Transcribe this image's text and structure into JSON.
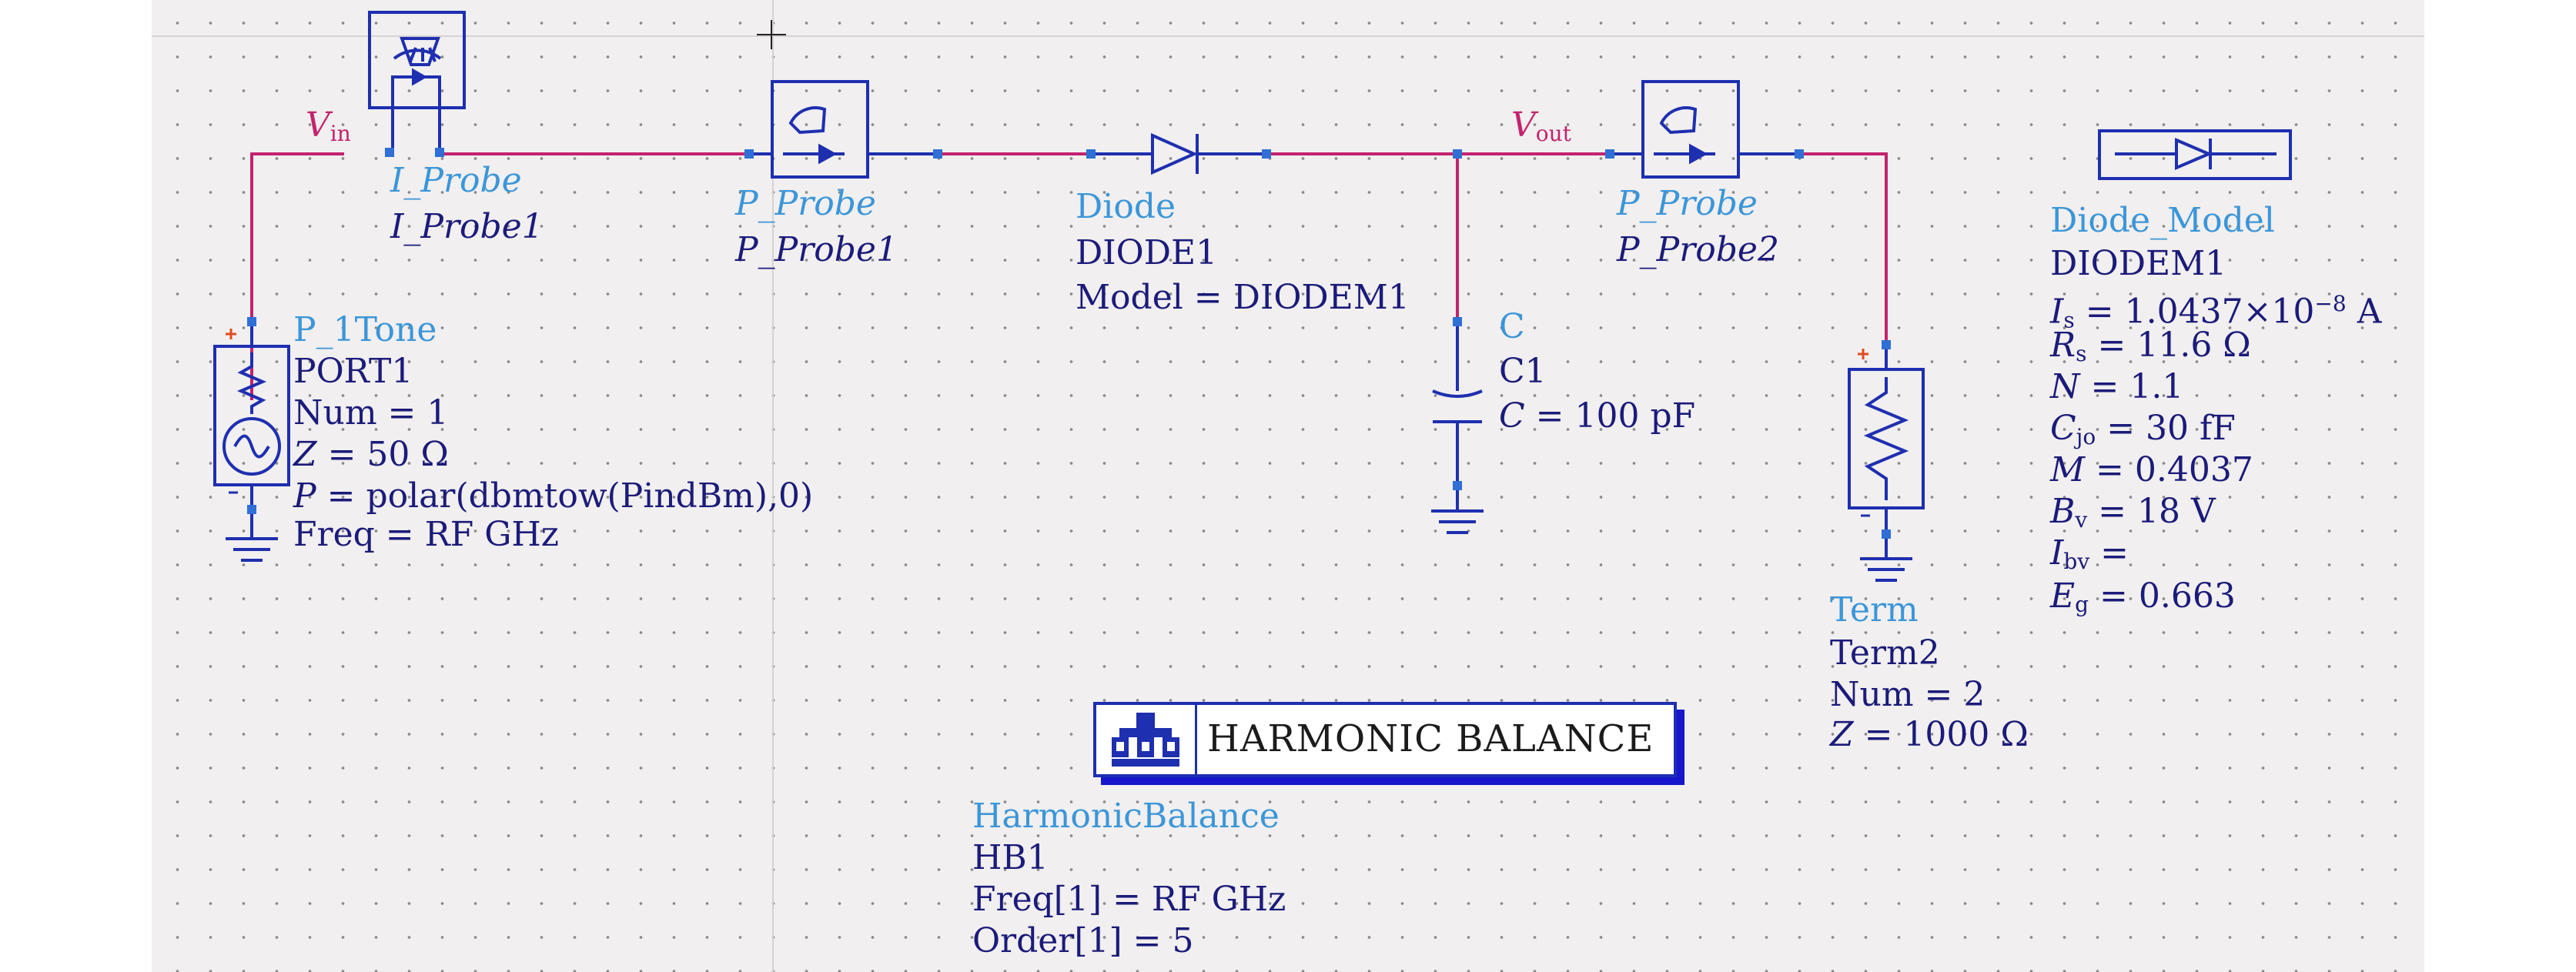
{
  "wires": {
    "vin": "V",
    "vin_sub": "in",
    "vout": "V",
    "vout_sub": "out"
  },
  "i_probe": {
    "class": "I_Probe",
    "instance": "I_Probe1"
  },
  "p_probe1": {
    "class": "P_Probe",
    "instance": "P_Probe1"
  },
  "diode": {
    "class": "Diode",
    "instance": "DIODE1",
    "model": "Model = DIODEM1"
  },
  "p_probe2": {
    "class": "P_Probe",
    "instance": "P_Probe2"
  },
  "port": {
    "class": "P_1Tone",
    "instance": "PORT1",
    "num": "Num = 1",
    "z_var": "Z",
    "z_val": " = 50 Ω",
    "p_var": "P",
    "p_val": " = polar(dbmtow(PindBm),0)",
    "freq": "Freq = RF GHz"
  },
  "capacitor": {
    "class": "C",
    "instance": "C1",
    "c_var": "C",
    "c_val": " = 100 pF"
  },
  "term": {
    "class": "Term",
    "instance": "Term2",
    "num": "Num = 2",
    "z_var": "Z",
    "z_val": " = 1000 Ω"
  },
  "diode_model": {
    "class": "Diode_Model",
    "instance": "DIODEM1",
    "params": [
      {
        "sym": "I",
        "sub": "s",
        "val": " = 1.0437×10",
        "sup": "−8",
        "unit": " A"
      },
      {
        "sym": "R",
        "sub": "s",
        "val": " = 11.6 Ω"
      },
      {
        "sym": "N",
        "sub": "",
        "val": " = 1.1"
      },
      {
        "sym": "C",
        "sub": "jo",
        "val": " = 30 fF"
      },
      {
        "sym": "M",
        "sub": "",
        "val": " = 0.4037"
      },
      {
        "sym": "B",
        "sub": "v",
        "val": " = 18 V"
      },
      {
        "sym": "I",
        "sub": "bv",
        "val": " ="
      },
      {
        "sym": "E",
        "sub": "g",
        "val": " = 0.663"
      }
    ]
  },
  "harmonic_balance": {
    "box_title": "HARMONIC BALANCE",
    "class": "HarmonicBalance",
    "instance": "HB1",
    "freq": "Freq[1] = RF GHz",
    "order": "Order[1] = 5"
  },
  "colors": {
    "wire": "#c2246e",
    "component": "#1e2fb0",
    "class_label": "#3b96d9",
    "instance_label": "#1b1b7a",
    "background": "#f1efef"
  }
}
